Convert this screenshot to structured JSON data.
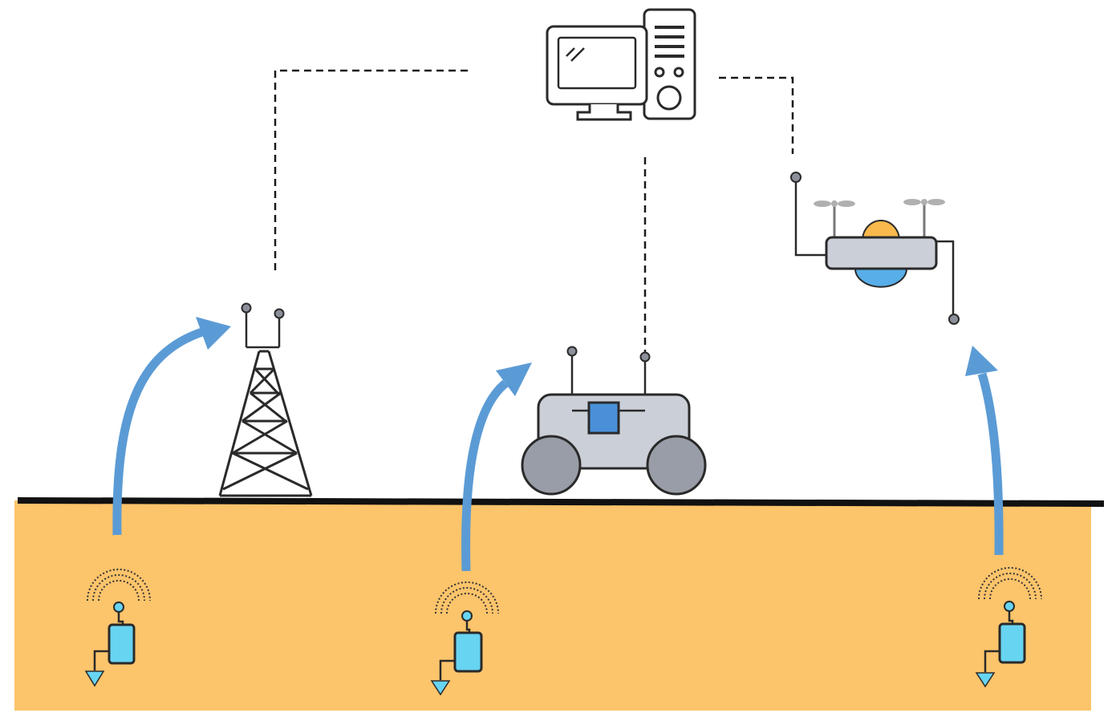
{
  "colors": {
    "soil": "#fcc46b",
    "ground_line": "#111111",
    "flow_arrow": "#5b9bd5",
    "sensor_body": "#67d4f2",
    "vehicle_body": "#cbcfd8",
    "wheel": "#999da7",
    "payload_box": "#4a90d9",
    "drone_dome_top": "#f9b94c",
    "drone_dome_bottom": "#58aee8",
    "antenna_node": "#8c909a",
    "propeller": "#b0b0b0"
  },
  "icons": {
    "computer": "desktop-computer-icon",
    "tower": "cell-tower-icon",
    "rover": "ground-rover-icon",
    "drone": "drone-icon",
    "sensor": "underground-sensor-icon",
    "wireless": "wireless-signal-icon",
    "flow": "upward-arrow-icon"
  },
  "nodes": {
    "computer": {
      "kind": "computer"
    },
    "tower": {
      "kind": "tower"
    },
    "rover": {
      "kind": "rover"
    },
    "drone": {
      "kind": "drone"
    },
    "sensors": [
      {
        "id": "sensor-1"
      },
      {
        "id": "sensor-2"
      },
      {
        "id": "sensor-3"
      }
    ]
  },
  "connections": [
    {
      "from": "computer",
      "to": "tower",
      "style": "dashed"
    },
    {
      "from": "computer",
      "to": "rover",
      "style": "dashed"
    },
    {
      "from": "computer",
      "to": "drone",
      "style": "dashed"
    },
    {
      "from": "sensor-1",
      "to": "tower",
      "style": "arrow"
    },
    {
      "from": "sensor-2",
      "to": "rover",
      "style": "arrow"
    },
    {
      "from": "sensor-3",
      "to": "drone",
      "style": "arrow"
    }
  ]
}
